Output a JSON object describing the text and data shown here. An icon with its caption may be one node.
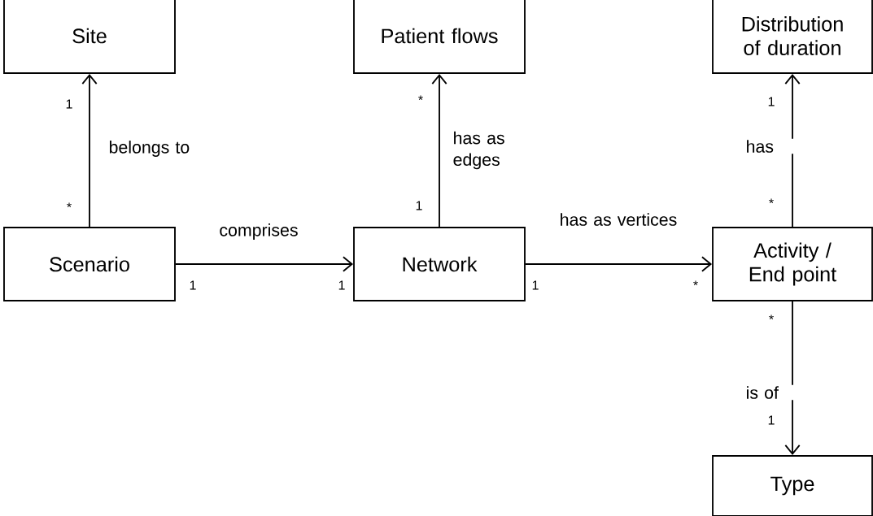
{
  "diagram": {
    "nodes": [
      {
        "text": [
          "Site"
        ]
      },
      {
        "text": [
          "Patient flows"
        ]
      },
      {
        "text": [
          "Distribution of duration"
        ]
      },
      {
        "text": [
          "Scenario"
        ]
      },
      {
        "text": [
          "Network"
        ]
      },
      {
        "text": [
          "Activity / End point"
        ]
      },
      {
        "text": [
          "Type"
        ]
      }
    ],
    "edges": [
      {
        "from": 3,
        "to": 0,
        "arrow": "to",
        "label": "belongs to"
      },
      {
        "from": 3,
        "to": 4,
        "arrow": "to",
        "label": "comprises"
      },
      {
        "from": 4,
        "to": 1,
        "arrow": "to",
        "label": "has as edges"
      },
      {
        "from": 4,
        "to": 5,
        "arrow": "to",
        "label": "has as vertices"
      },
      {
        "from": 5,
        "to": 2,
        "arrow": "to",
        "label": "has"
      },
      {
        "from": 5,
        "to": 6,
        "arrow": "to",
        "label": "is of"
      }
    ],
    "labels": [
      "1",
      "*",
      "1",
      "*",
      "1",
      "*",
      "1",
      "1",
      "1",
      "*",
      "*",
      "1"
    ]
  }
}
